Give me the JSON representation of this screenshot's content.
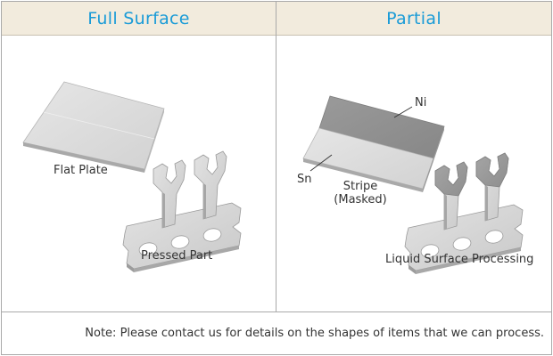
{
  "panels": {
    "full_surface": {
      "title": "Full Surface",
      "flat_plate_label": "Flat Plate",
      "pressed_part_label": "Pressed Part"
    },
    "partial": {
      "title": "Partial",
      "ni_label": "Ni",
      "sn_label": "Sn",
      "stripe_label": "Stripe",
      "masked_label": "(Masked)",
      "liquid_label": "Liquid Surface Processing"
    }
  },
  "note": "Note: Please contact us for details on the shapes of items that we can process.",
  "colors": {
    "title": "#1a9bd7",
    "header_bg": "#f2ebdd",
    "border": "#a9a9a9",
    "plate_light": "#dcdcdc",
    "plate_dark": "#8f8f8f"
  }
}
